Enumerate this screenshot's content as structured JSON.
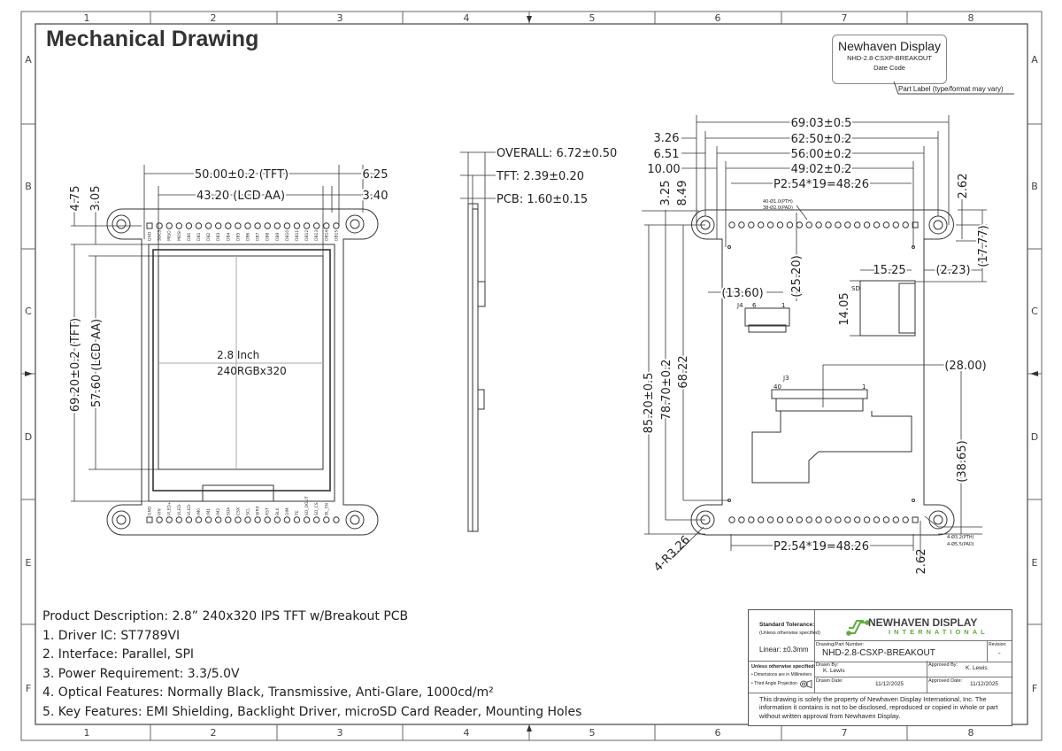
{
  "title": "Mechanical Drawing",
  "border": {
    "columns": [
      "1",
      "2",
      "3",
      "4",
      "5",
      "6",
      "7",
      "8"
    ],
    "rows": [
      "A",
      "B",
      "C",
      "D",
      "E",
      "F"
    ]
  },
  "part_label": {
    "brand": "Newhaven Display",
    "part_number": "NHD-2.8-CSXP-BREAKOUT",
    "date_code": "Date Code",
    "note": "Part Label (type/format may vary)"
  },
  "front_view": {
    "dims": {
      "w_tft": "50.00±0.2 (TFT)",
      "w_aa": "43.20 (LCD AA)",
      "d_625": "6.25",
      "d_340": "3.40",
      "d_475": "4.75",
      "d_305": "3.05",
      "h_tft": "69.20±0.2 (TFT)",
      "h_aa": "57.60 (LCD AA)"
    },
    "screen_line1": "2.8 Inch",
    "screen_line2": "240RGBx320",
    "top_pins": [
      "GND",
      "SDCS",
      "MISO",
      "MOSI",
      "DB0",
      "DB1",
      "DB2",
      "DB3",
      "DB4",
      "DB5",
      "DB6",
      "DB7",
      "DB8",
      "DB9",
      "DB10",
      "DB11",
      "DB12",
      "DB13",
      "DB14",
      "DB15"
    ],
    "bottom_pins": [
      "GND",
      "VIN",
      "VLED+",
      "VLED-",
      "VLED-",
      "IM0",
      "IM1",
      "IM2",
      "SDA",
      "CSX",
      "SCL",
      "WRX",
      "RST",
      "BLK",
      "DIM",
      "TE",
      "SD_DOUT",
      "SD_CS",
      "BL_EN"
    ]
  },
  "side_view": {
    "overall": "OVERALL: 6.72±0.50",
    "tft": "TFT: 2.39±0.20",
    "pcb": "PCB: 1.60±0.15"
  },
  "back_view": {
    "d_6903": "69.03±0.5",
    "d_326": "3.26",
    "d_6250": "62.50±0.2",
    "d_651": "6.51",
    "d_5600": "56.00±0.2",
    "d_1000": "10.00",
    "d_4902": "49.02±0.2",
    "pitch_top": "P2.54*19=48.26",
    "pitch_bottom": "P2.54*19=48.26",
    "d_325": "3.25",
    "d_849": "8.49",
    "d_262_top": "2.62",
    "d_1777": "(17.77)",
    "d_1525": "15.25",
    "d_223": "(2.23)",
    "d_2520": "(25.20)",
    "d_1360": "(13.60)",
    "d_1405": "14.05",
    "d_8520": "85.20±0.5",
    "d_7870": "78.70±0.2",
    "d_6822": "68.22",
    "d_2800": "(28.00)",
    "d_3865": "(38.65)",
    "d_r326": "4-R3.26",
    "d_262_bot": "2.62",
    "pth_top1": "40-Ø1.0(PTH)",
    "pth_top2": "38-Ø2.0(PAD)",
    "pth_bot1": "4-Ø3.2(PTH)",
    "pth_bot2": "4-Ø5.5(PAD)",
    "sd": "SD",
    "j4": "J4",
    "j4_6": "6",
    "j4_1": "1",
    "j3": "J3",
    "j3_40": "40",
    "j3_1": "1"
  },
  "description": [
    "Product Description: 2.8” 240x320 IPS TFT w/Breakout PCB",
    "1. Driver IC: ST7789VI",
    "2. Interface: Parallel, SPI",
    "3. Power Requirement: 3.3/5.0V",
    "4. Optical Features: Normally Black, Transmissive, Anti-Glare, 1000cd/m²",
    "5. Key Features: EMI Shielding, Backlight Driver, microSD Card Reader, Mounting Holes"
  ],
  "title_block": {
    "std_tol": "Standard Tolerance:",
    "std_tol_note": "(Unless otherwise specified)",
    "linear": "Linear:   ±0.3mm",
    "logo_top": "NEWHAVEN DISPLAY",
    "logo_bottom": "INTERNATIONAL",
    "part_lbl": "Drawing/Part Number:",
    "part": "NHD-2.8-CSXP-BREAKOUT",
    "rev_lbl": "Revision:",
    "rev": "-",
    "unless": "Unless otherwise specified:",
    "dims_mm": "• Dimensions are in Millimeters",
    "third_angle": "• Third Angle Projection",
    "drawn_by_lbl": "Drawn By:",
    "drawn_by": "K. Lewis",
    "approved_by_lbl": "Approved By:",
    "approved_by": "K. Lewis",
    "drawn_date_lbl": "Drawn Date:",
    "drawn_date": "11/12/2025",
    "approved_date_lbl": "Approved Date:",
    "approved_date": "11/12/2025",
    "confidential": "This drawing is solely the property of Newhaven Display International, Inc. The information it contains is not to be disclosed, reproduced or copied in whole or part without written approval from Newhaven Display."
  }
}
